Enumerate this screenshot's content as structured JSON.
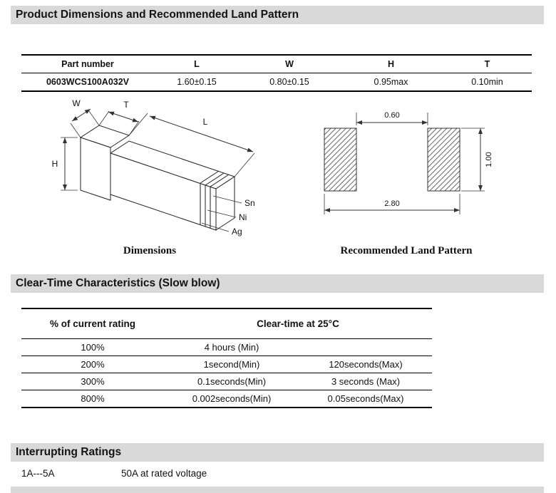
{
  "sections": {
    "dimensions_title": "Product Dimensions and Recommended Land Pattern",
    "clear_time_title": "Clear-Time Characteristics (Slow blow)",
    "interrupting_title": "Interrupting Ratings"
  },
  "dimensions_table": {
    "headers": [
      "Part number",
      "L",
      "W",
      "H",
      "T"
    ],
    "row": [
      "0603WCS100A032V",
      "1.60±0.15",
      "0.80±0.15",
      "0.95max",
      "0.10min"
    ]
  },
  "dimensions_diagram": {
    "caption": "Dimensions",
    "dim_w": "W",
    "dim_t": "T",
    "dim_l": "L",
    "dim_h": "H",
    "layer_sn": "Sn",
    "layer_ni": "Ni",
    "layer_ag": "Ag"
  },
  "land_pattern": {
    "caption": "Recommended Land Pattern",
    "gap": "0.60",
    "span": "2.80",
    "pad_height": "1.00"
  },
  "clear_time_table": {
    "col_rating": "% of current rating",
    "col_time": "Clear-time at 25°C",
    "rows": [
      {
        "rating": "100%",
        "min": "4 hours (Min)",
        "max": ""
      },
      {
        "rating": "200%",
        "min": "1second(Min)",
        "max": "120seconds(Max)"
      },
      {
        "rating": "300%",
        "min": "0.1seconds(Min)",
        "max": "3 seconds (Max)"
      },
      {
        "rating": "800%",
        "min": "0.002seconds(Min)",
        "max": "0.05seconds(Max)"
      }
    ]
  },
  "interrupting_ratings": {
    "range": "1A---5A",
    "value": "50A at rated voltage"
  },
  "colors": {
    "section_bar": "#d9d9d9",
    "line": "#000000"
  }
}
